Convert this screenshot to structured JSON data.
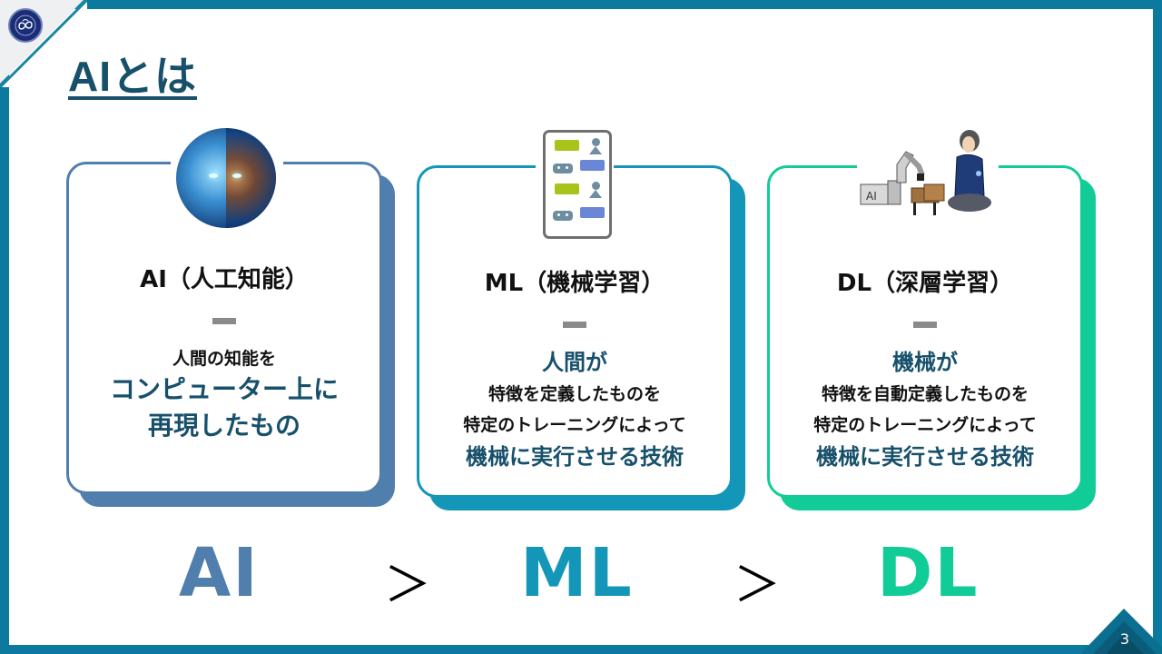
{
  "slide": {
    "title": "AIとは",
    "page_number": "3",
    "logo_icon": "university-seal-icon"
  },
  "colors": {
    "frame": "#0b7a9e",
    "title": "#17506b",
    "ai": "#507ead",
    "ml": "#1496b8",
    "dl": "#12cc98",
    "dash": "#8a8a8a"
  },
  "cards": [
    {
      "id": "ai",
      "icon": "ai-face-icon",
      "title": "AI（人工知能）",
      "lines": [
        {
          "text": "人間の知能を",
          "style": "black"
        },
        {
          "text": "コンピューター上に",
          "style": "blue-lg"
        },
        {
          "text": "再現したもの",
          "style": "blue-lg"
        }
      ]
    },
    {
      "id": "ml",
      "icon": "chat-phone-icon",
      "title": "ML（機械学習）",
      "lines": [
        {
          "text": "人間が",
          "style": "blue-md"
        },
        {
          "text": "特徴を定義したものを",
          "style": "black"
        },
        {
          "text": "特定のトレーニングによって",
          "style": "black"
        },
        {
          "text": "機械に実行させる技術",
          "style": "blue-md"
        }
      ]
    },
    {
      "id": "dl",
      "icon": "robot-arm-shogi-icon",
      "title": "DL（深層学習）",
      "lines": [
        {
          "text": "機械が",
          "style": "blue-md"
        },
        {
          "text": "特徴を自動定義したものを",
          "style": "black"
        },
        {
          "text": "特定のトレーニングによって",
          "style": "black"
        },
        {
          "text": "機械に実行させる技術",
          "style": "blue-md"
        }
      ]
    }
  ],
  "hierarchy": {
    "items": [
      "AI",
      "ML",
      "DL"
    ],
    "separator": "＞"
  },
  "illustration_labels": {
    "ai_box": "AI"
  }
}
